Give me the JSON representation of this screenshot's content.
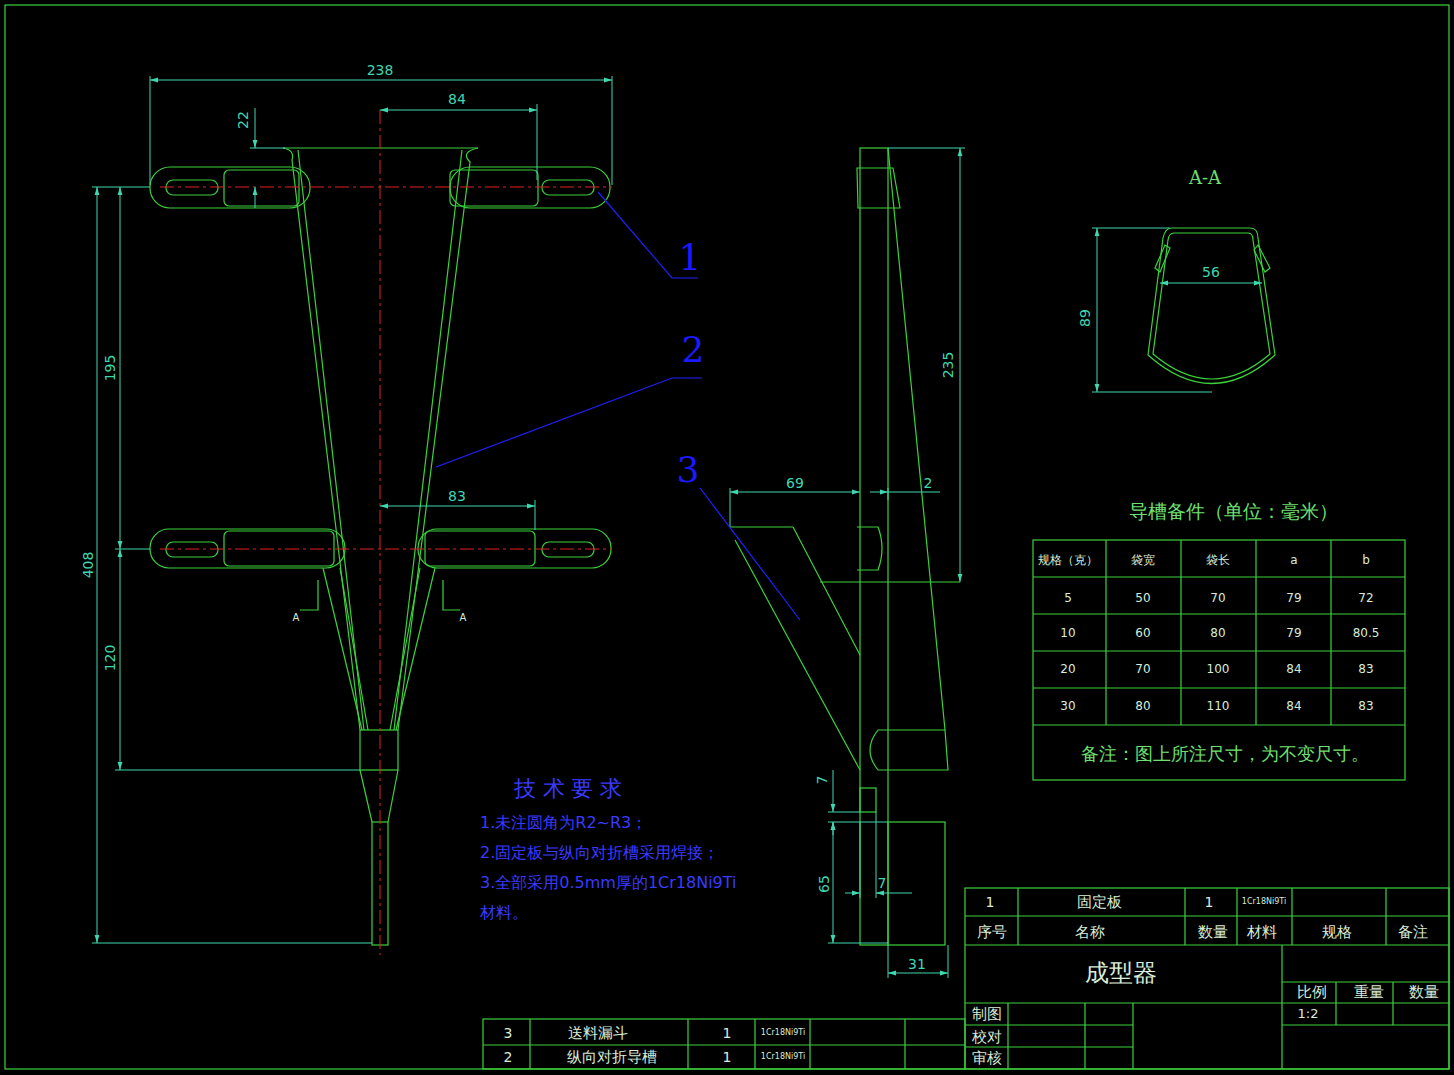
{
  "diagram": {
    "labels": [
      "238",
      "84",
      "22",
      "195",
      "408",
      "120",
      "83",
      "A",
      "A",
      "1",
      "2",
      "3",
      "69",
      "2",
      "235",
      "7",
      "65",
      "7",
      "31",
      "A-A",
      "56",
      "89",
      "导槽备件（单位：毫米）",
      "规格（克）",
      "袋宽",
      "袋长",
      "a",
      "b",
      "5",
      "50",
      "70",
      "79",
      "72",
      "10",
      "60",
      "80",
      "79",
      "80.5",
      "20",
      "70",
      "100",
      "84",
      "83",
      "30",
      "80",
      "110",
      "84",
      "83",
      "备注：图上所注尺寸，为不变尺寸。",
      "技 术 要 求",
      "1.未注圆角为R2~R3；",
      "2.固定板与纵向对折槽采用焊接；",
      "3.全部采用0.5mm厚的1Cr18Ni9Ti",
      "材料。",
      "1",
      "固定板",
      "1",
      "1Cr18Ni9Ti",
      "序号",
      "名称",
      "数量",
      "材料",
      "规格",
      "备注",
      "成型器",
      "比例",
      "重量",
      "数量",
      "1:2",
      "制图",
      "校对",
      "审核",
      "3",
      "送料漏斗",
      "1",
      "1Cr18Ni9Ti",
      "2",
      "纵向对折导槽",
      "1",
      "1Cr18Ni9Ti"
    ]
  }
}
